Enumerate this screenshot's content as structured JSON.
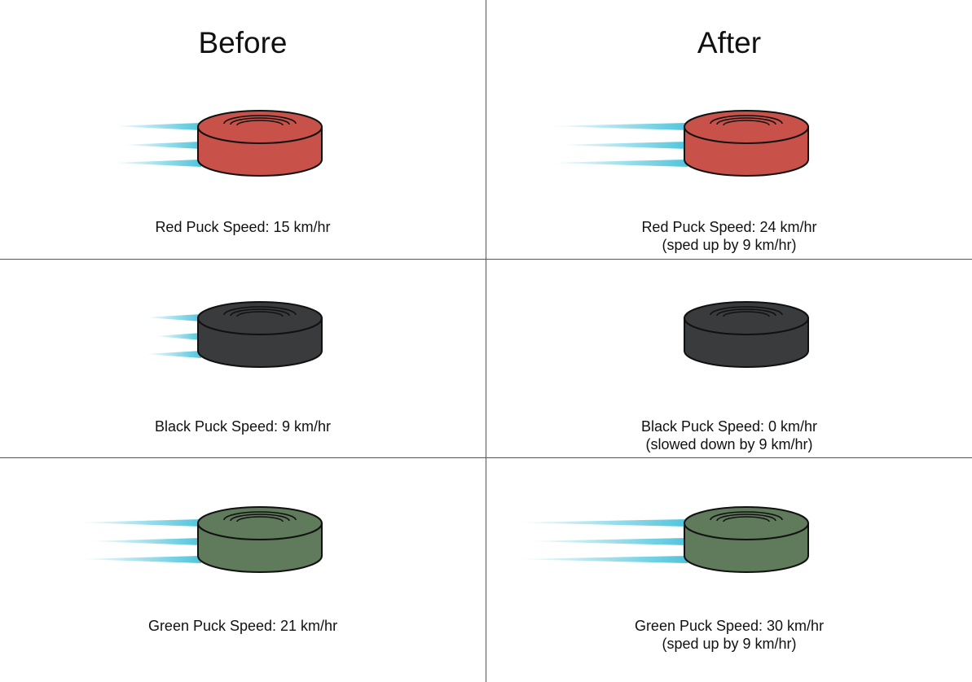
{
  "headings": {
    "before": "Before",
    "after": "After"
  },
  "colors": {
    "red": "#c8524a",
    "black": "#3a3b3d",
    "green": "#607a5c",
    "trail": "#4fc4dc",
    "outline": "#111111"
  },
  "rows": [
    {
      "puck": "red",
      "before": {
        "label": "Red Puck Speed: 15 km/hr",
        "speed": 15
      },
      "after": {
        "label": "Red Puck Speed: 24 km/hr",
        "note": "(sped up by 9 km/hr)",
        "speed": 24
      }
    },
    {
      "puck": "black",
      "before": {
        "label": "Black Puck Speed: 9 km/hr",
        "speed": 9
      },
      "after": {
        "label": "Black Puck Speed: 0 km/hr",
        "note": "(slowed down by 9 km/hr)",
        "speed": 0
      }
    },
    {
      "puck": "green",
      "before": {
        "label": "Green Puck Speed: 21 km/hr",
        "speed": 21
      },
      "after": {
        "label": "Green Puck Speed: 30 km/hr",
        "note": "(sped up by 9 km/hr)",
        "speed": 30
      }
    }
  ]
}
